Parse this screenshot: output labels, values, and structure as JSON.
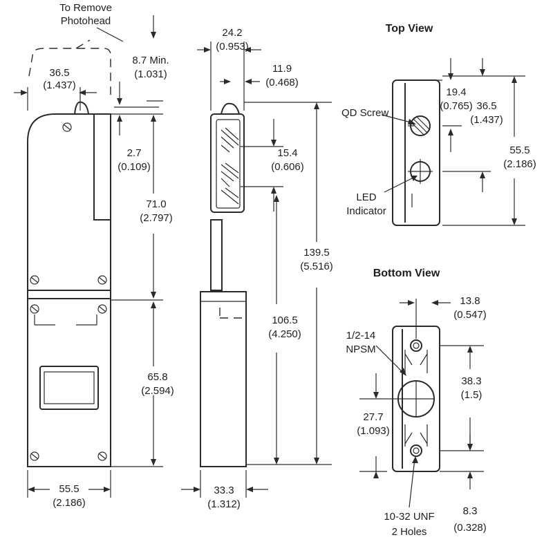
{
  "callouts": {
    "remove_photohead": [
      "To Remove",
      "Photohead"
    ],
    "qd_screw": "QD Screw",
    "led_indicator": [
      "LED",
      "Indicator"
    ],
    "npsm": [
      "1/2-14",
      "NPSM"
    ],
    "unf_holes": [
      "10-32 UNF",
      "2 Holes"
    ]
  },
  "views": {
    "top": "Top View",
    "bottom": "Bottom View"
  },
  "dimensions": {
    "d_36_5_front": [
      "36.5",
      "(1.437)"
    ],
    "d_8_7": [
      "8.7 Min.",
      "(1.031)"
    ],
    "d_2_7": [
      "2.7",
      "(0.109)"
    ],
    "d_71_0": [
      "71.0",
      "(2.797)"
    ],
    "d_65_8": [
      "65.8",
      "(2.594)"
    ],
    "d_55_5_front": [
      "55.5",
      "(2.186)"
    ],
    "d_24_2": [
      "24.2",
      "(0.953)"
    ],
    "d_11_9": [
      "11.9",
      "(0.468)"
    ],
    "d_15_4": [
      "15.4",
      "(0.606)"
    ],
    "d_139_5": [
      "139.5",
      "(5.516)"
    ],
    "d_106_5": [
      "106.5",
      "(4.250)"
    ],
    "d_33_3": [
      "33.3",
      "(1.312)"
    ],
    "d_19_4": [
      "19.4",
      "(0.765)"
    ],
    "d_36_5_top": [
      "36.5",
      "(1.437)"
    ],
    "d_55_5_top": [
      "55.5",
      "(2.186)"
    ],
    "d_13_8": [
      "13.8",
      "(0.547)"
    ],
    "d_38_3": [
      "38.3",
      "(1.5)"
    ],
    "d_27_7": [
      "27.7",
      "(1.093)"
    ],
    "d_8_3": [
      "8.3",
      "(0.328)"
    ]
  }
}
